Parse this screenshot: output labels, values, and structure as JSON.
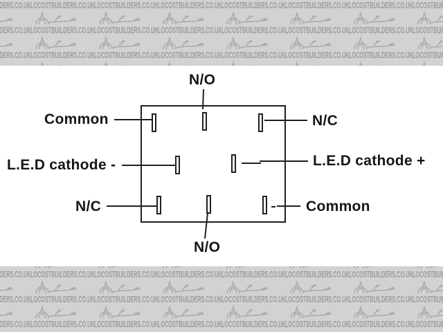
{
  "watermark": {
    "text": "LOCOSTBUILDERS.CO.UK",
    "band_color": "#d2d2d2",
    "text_color": "#9c9c9c",
    "logo_color": "#aeaeae",
    "logo_icon": "car-sketch-icon"
  },
  "diagram": {
    "background": "#ffffff",
    "line_color": "#1f1f1f",
    "labels": {
      "top": "N/O",
      "top_left": "Common",
      "top_right": "N/C",
      "middle_left": "L.E.D cathode -",
      "middle_right": "L.E.D cathode +",
      "bottom_left": "N/C",
      "bottom": "N/O",
      "bottom_right": "Common"
    },
    "pins": [
      {
        "position": "top-left",
        "label": "Common"
      },
      {
        "position": "top-center",
        "label": "N/O"
      },
      {
        "position": "top-right",
        "label": "N/C"
      },
      {
        "position": "middle-left",
        "label": "L.E.D cathode -"
      },
      {
        "position": "middle-right",
        "label": "L.E.D cathode +"
      },
      {
        "position": "bottom-left",
        "label": "N/C"
      },
      {
        "position": "bottom-center",
        "label": "N/O"
      },
      {
        "position": "bottom-right",
        "label": "Common"
      }
    ]
  }
}
